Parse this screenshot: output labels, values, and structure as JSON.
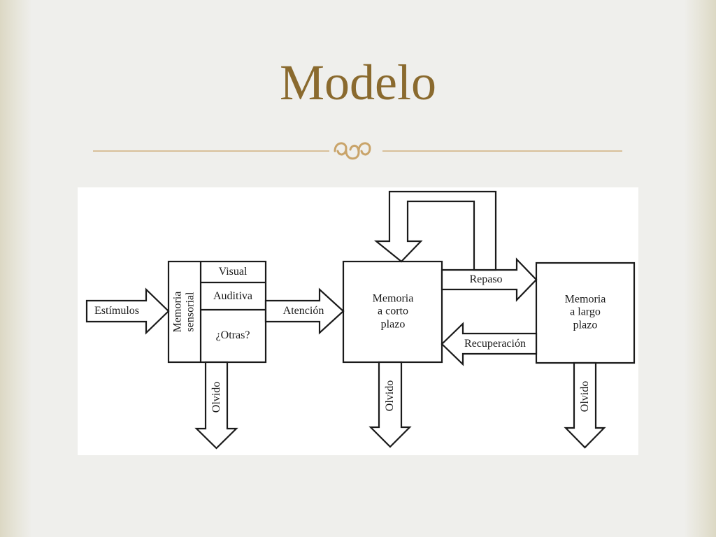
{
  "slide": {
    "title": "Modelo"
  },
  "diagram": {
    "estimulos": "Estímulos",
    "memoria_sensorial": "Memoria\nsensorial",
    "visual": "Visual",
    "auditiva": "Auditiva",
    "otras": "¿Otras?",
    "atencion": "Atención",
    "memoria_corto": "Memoria\na corto\nplazo",
    "repaso": "Repaso",
    "recuperacion": "Recuperación",
    "memoria_largo": "Memoria\na largo\nplazo",
    "olvido": "Olvido"
  }
}
